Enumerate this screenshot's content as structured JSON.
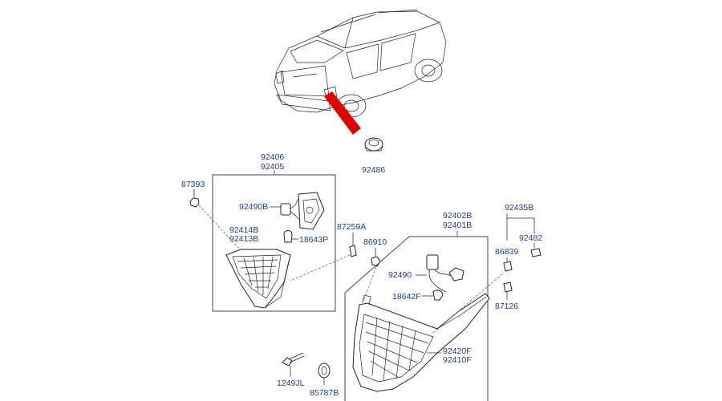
{
  "colors": {
    "label": "#1f3d8c",
    "arrow": "#e00000",
    "line": "#333333"
  },
  "labels": {
    "p92486": "92486",
    "p92406": "92406",
    "p92405": "92405",
    "p87393": "87393",
    "p92490B": "92490B",
    "p92414B": "92414B",
    "p92413B": "92413B",
    "p18643P": "18643P",
    "p87259A": "87259A",
    "p86910": "86910",
    "p92402B": "92402B",
    "p92401B": "92401B",
    "p92435B": "92435B",
    "p92482": "92482",
    "p86839": "86839",
    "p92490": "92490",
    "p18642F": "18642F",
    "p87126": "87126",
    "p92420F": "92420F",
    "p92410F": "92410F",
    "p1249JL": "1249JL",
    "p85787B": "85787B"
  }
}
